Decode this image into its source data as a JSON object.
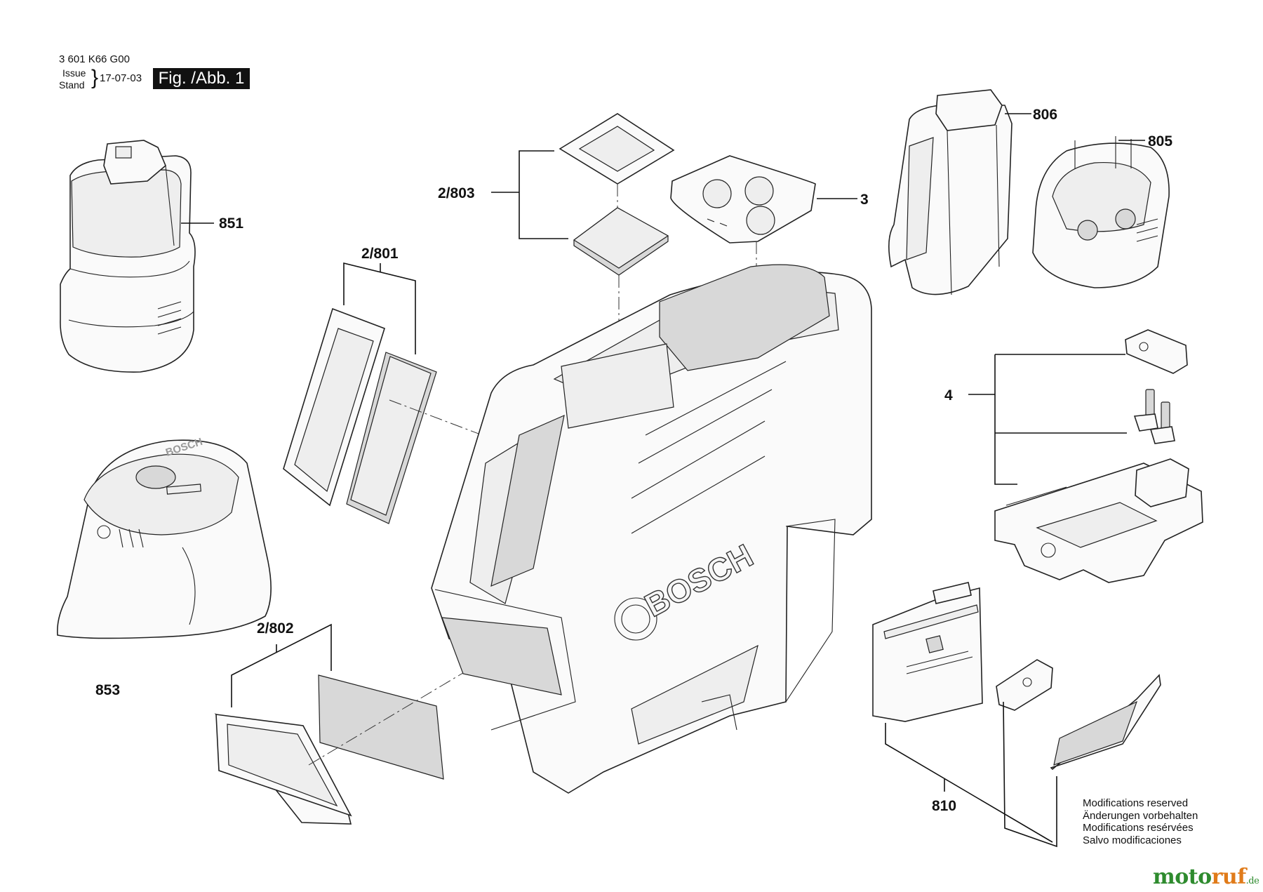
{
  "header": {
    "drawing_number": "3 601 K66 G00",
    "issue_label": "Issue",
    "stand_label": "Stand",
    "issue_date": "17-07-03",
    "figure_label": "Fig. /Abb. 1"
  },
  "callouts": [
    {
      "id": "c851",
      "label": "851"
    },
    {
      "id": "c853",
      "label": "853"
    },
    {
      "id": "c2-801",
      "label": "2/801"
    },
    {
      "id": "c2-802",
      "label": "2/802"
    },
    {
      "id": "c2-803",
      "label": "2/803"
    },
    {
      "id": "c3",
      "label": "3"
    },
    {
      "id": "c806",
      "label": "806"
    },
    {
      "id": "c805",
      "label": "805"
    },
    {
      "id": "c4",
      "label": "4"
    },
    {
      "id": "c810",
      "label": "810"
    }
  ],
  "product_brand": "BOSCH",
  "notes": [
    "Modifications reserved",
    "Änderungen vorbehalten",
    "Modifications resérvées",
    "Salvo modificaciones"
  ],
  "watermark": {
    "part1": "moto",
    "part2": "ruf",
    "suffix": ".de"
  }
}
